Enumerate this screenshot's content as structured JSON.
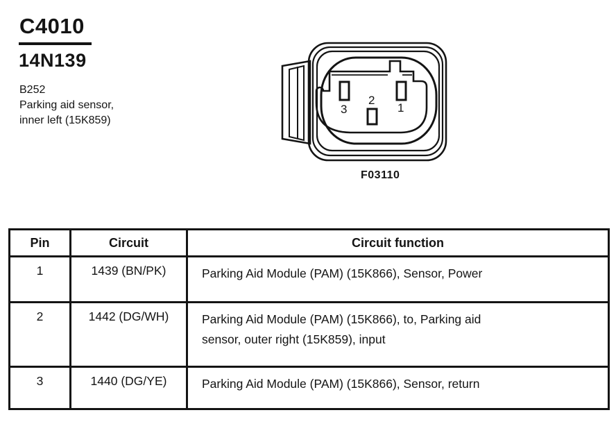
{
  "header": {
    "connector_id": "C4010",
    "part_number": "14N139",
    "location_code": "B252",
    "description_line1": "Parking aid sensor,",
    "description_line2": "inner left (15K859)"
  },
  "diagram": {
    "figure_number": "F03110",
    "pin_labels": [
      "3",
      "2",
      "1"
    ]
  },
  "table": {
    "headers": [
      "Pin",
      "Circuit",
      "Circuit function"
    ],
    "rows": [
      {
        "pin": "1",
        "circuit": "1439 (BN/PK)",
        "function": "Parking Aid Module (PAM) (15K866), Sensor, Power"
      },
      {
        "pin": "2",
        "circuit": "1442 (DG/WH)",
        "function": "Parking Aid Module (PAM) (15K866), to, Parking aid sensor, outer right (15K859), input"
      },
      {
        "pin": "3",
        "circuit": "1440 (DG/YE)",
        "function": "Parking Aid Module (PAM) (15K866), Sensor, return"
      }
    ]
  },
  "colors": {
    "ink": "#141414",
    "paper": "#ffffff"
  }
}
